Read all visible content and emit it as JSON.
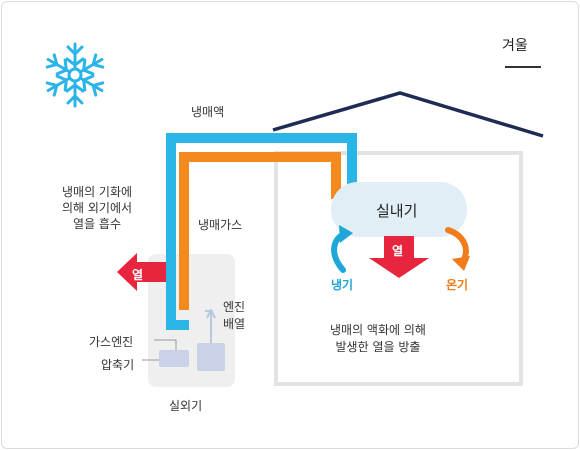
{
  "season": "겨울",
  "labels": {
    "refrigerant_liquid": "냉매액",
    "evaporation_lines": [
      "냉매의 기화에",
      "의해 외기에서",
      "열을 흡수"
    ],
    "refrigerant_gas": "냉매가스",
    "indoor_unit": "실내기",
    "heat_left": "열",
    "heat_down": "열",
    "cool_air": "냉기",
    "warm_air": "온기",
    "release_lines": [
      "냉매의 액화에 의해",
      "발생한 열을 방출"
    ],
    "exhaust_lines": [
      "엔진",
      "배열"
    ],
    "gas_engine": "가스엔진",
    "compressor": "압축기",
    "outdoor_unit": "실외기"
  },
  "colors": {
    "liquid_pipe": "#29b6e6",
    "gas_pipe": "#f28a1e",
    "heat_arrow": "#e8253f",
    "cool": "#1ea7d8",
    "warm": "#f07c1b",
    "snowflake": "#2ab4e8",
    "roof": "#1e2b55",
    "house_wall": "#e3e3e3",
    "indoor_unit_fill": "#e1eef5",
    "outdoor_unit_fill": "#efefef"
  },
  "icons": {
    "season": "snowflake-icon"
  }
}
